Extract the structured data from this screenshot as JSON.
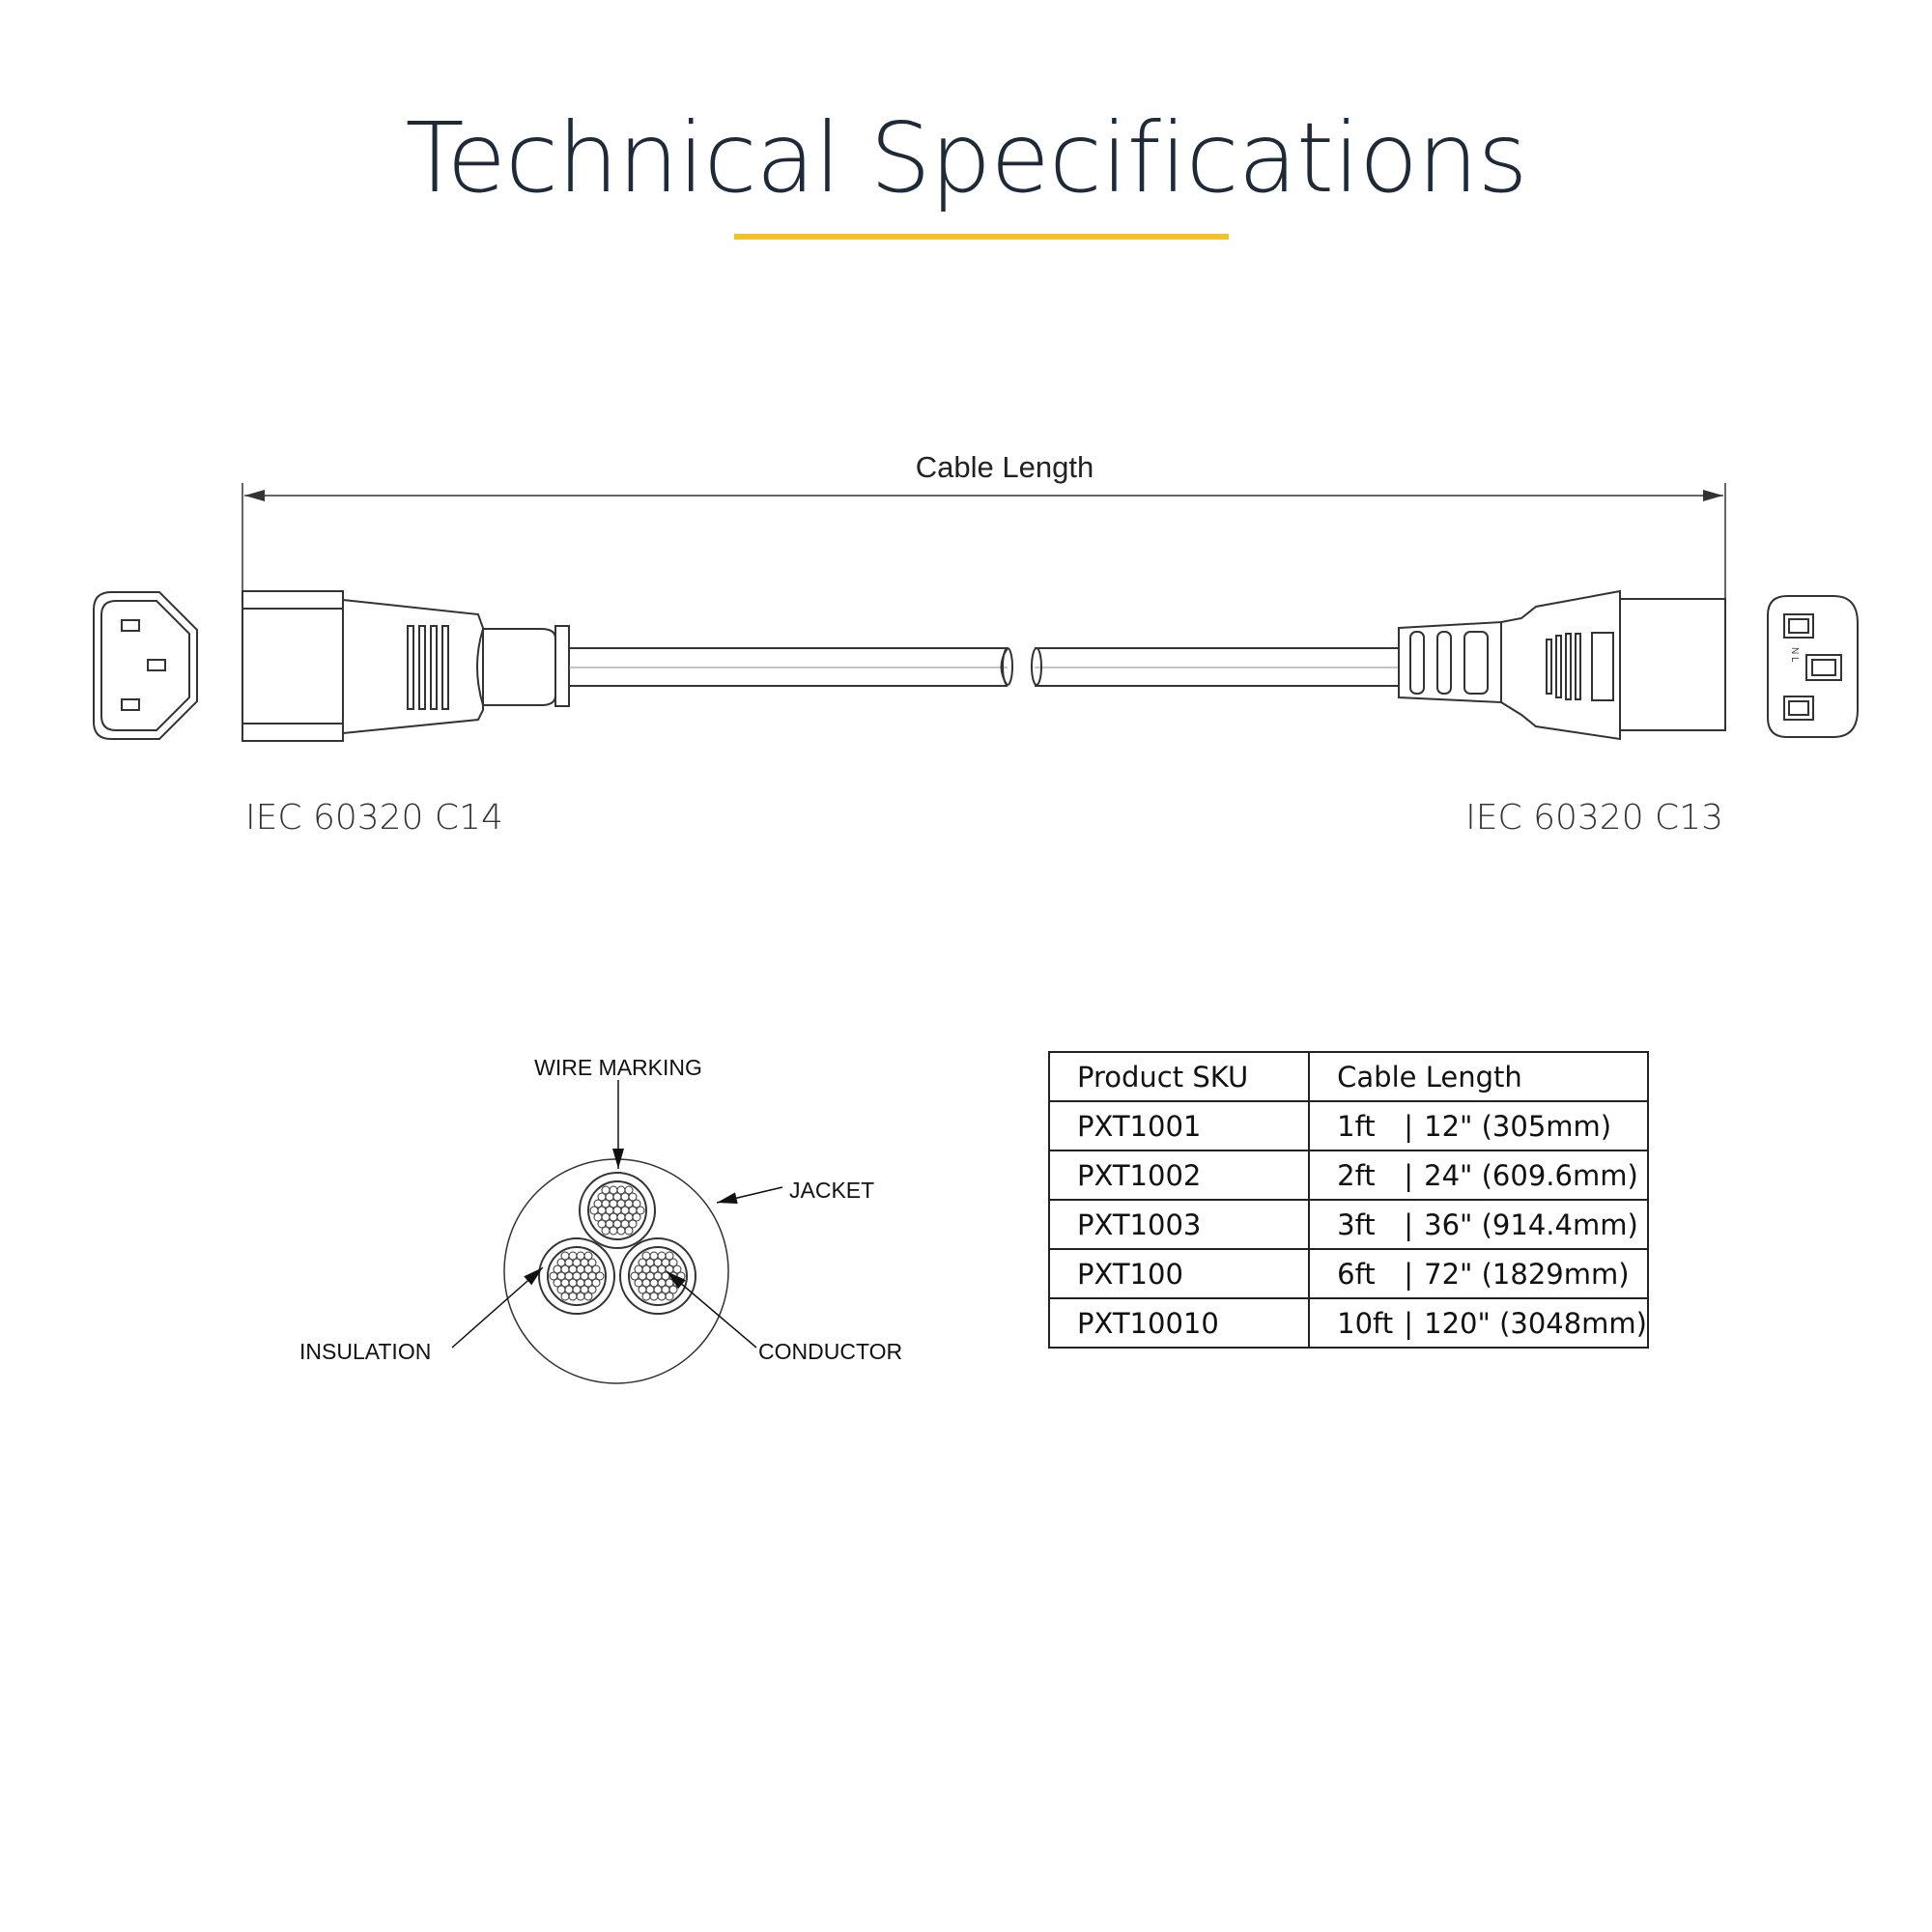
{
  "title": "Technical Specifications",
  "colors": {
    "accent": "#f0c22c",
    "title": "#1e2a38",
    "line": "#333333"
  },
  "cable_diagram": {
    "dimension_label": "Cable Length",
    "left_connector": "IEC 60320 C14",
    "right_connector": "IEC 60320 C13",
    "face_markings": [
      "N",
      "L"
    ]
  },
  "cross_section": {
    "wire_marking": "WIRE MARKING",
    "jacket": "JACKET",
    "insulation": "INSULATION",
    "conductor": "CONDUCTOR"
  },
  "table": {
    "headers": [
      "Product SKU",
      "Cable Length"
    ],
    "rows": [
      {
        "sku": "PXT1001",
        "ft": "1ft",
        "sep": "|",
        "inch": "12\" (305mm)"
      },
      {
        "sku": "PXT1002",
        "ft": "2ft",
        "sep": "|",
        "inch": "24\" (609.6mm)"
      },
      {
        "sku": "PXT1003",
        "ft": "3ft",
        "sep": "|",
        "inch": "36\" (914.4mm)"
      },
      {
        "sku": "PXT100",
        "ft": "6ft",
        "sep": "|",
        "inch": "72\" (1829mm)"
      },
      {
        "sku": "PXT10010",
        "ft": "10ft",
        "sep": "|",
        "inch": "120\" (3048mm)"
      }
    ]
  }
}
